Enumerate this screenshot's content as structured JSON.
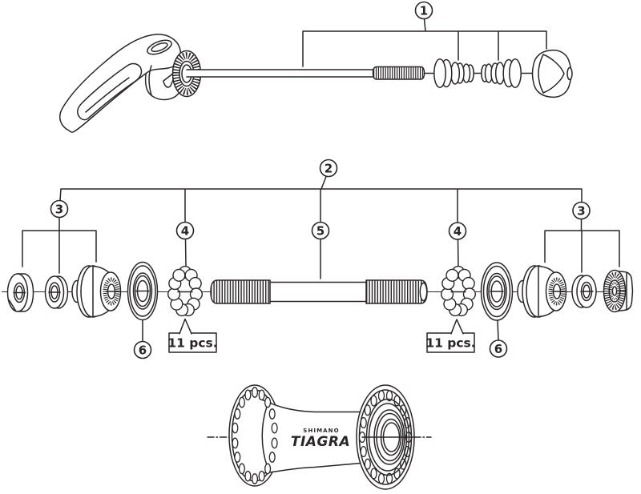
{
  "diagram": {
    "background_color": "#ffffff",
    "line_color": "#2a2526",
    "callouts": {
      "c1": "1",
      "c2": "2",
      "c3": "3",
      "c4": "4",
      "c5": "5",
      "c6": "6"
    },
    "notes": {
      "ball_count": "11 pcs."
    },
    "branding": {
      "brand": "SHIMANO",
      "model": "TIAGRA"
    }
  }
}
